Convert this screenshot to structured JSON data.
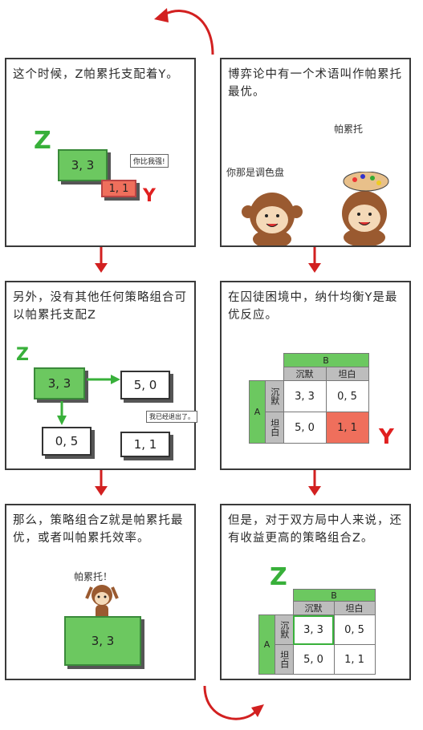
{
  "panels": {
    "p1": {
      "text": "这个时候，Z帕累托支配着Y。",
      "z_label": "Z",
      "y_label": "Y",
      "z_value": "3, 3",
      "y_value": "1, 1",
      "bubble": "你比我强!"
    },
    "p2": {
      "text": "博弈论中有一个术语叫作帕累托最优。",
      "left_speech": "你那是调色盘",
      "right_speech": "帕累托"
    },
    "p3": {
      "text": "另外，没有其他任何策略组合可以帕累托支配Z",
      "z_label": "Z",
      "cells": [
        "3, 3",
        "5, 0",
        "0, 5",
        "1, 1"
      ],
      "bubble": "我已经退出了。"
    },
    "p4": {
      "text": "在囚徒困境中，纳什均衡Y是最优反应。",
      "matrix": {
        "top": "B",
        "cols": [
          "沉默",
          "坦白"
        ],
        "side": "A",
        "rows": [
          "沉默",
          "坦白"
        ],
        "values": [
          [
            "3, 3",
            "0, 5"
          ],
          [
            "5, 0",
            "1, 1"
          ]
        ]
      },
      "y_label": "Y"
    },
    "p5": {
      "text": "那么，策略组合Z就是帕累托最优，或者叫帕累托效率。",
      "speech": "帕累托！",
      "value": "3, 3"
    },
    "p6": {
      "text": "但是，对于双方局中人来说，还有收益更高的策略组合Z。",
      "matrix": {
        "top": "B",
        "cols": [
          "沉默",
          "坦白"
        ],
        "side": "A",
        "rows": [
          "沉默",
          "坦白"
        ],
        "values": [
          [
            "3, 3",
            "0, 5"
          ],
          [
            "5, 0",
            "1, 1"
          ]
        ]
      },
      "z_label": "Z"
    }
  },
  "colors": {
    "green": "#6cc860",
    "red": "#ef6f5c",
    "arrow": "#d22020"
  }
}
